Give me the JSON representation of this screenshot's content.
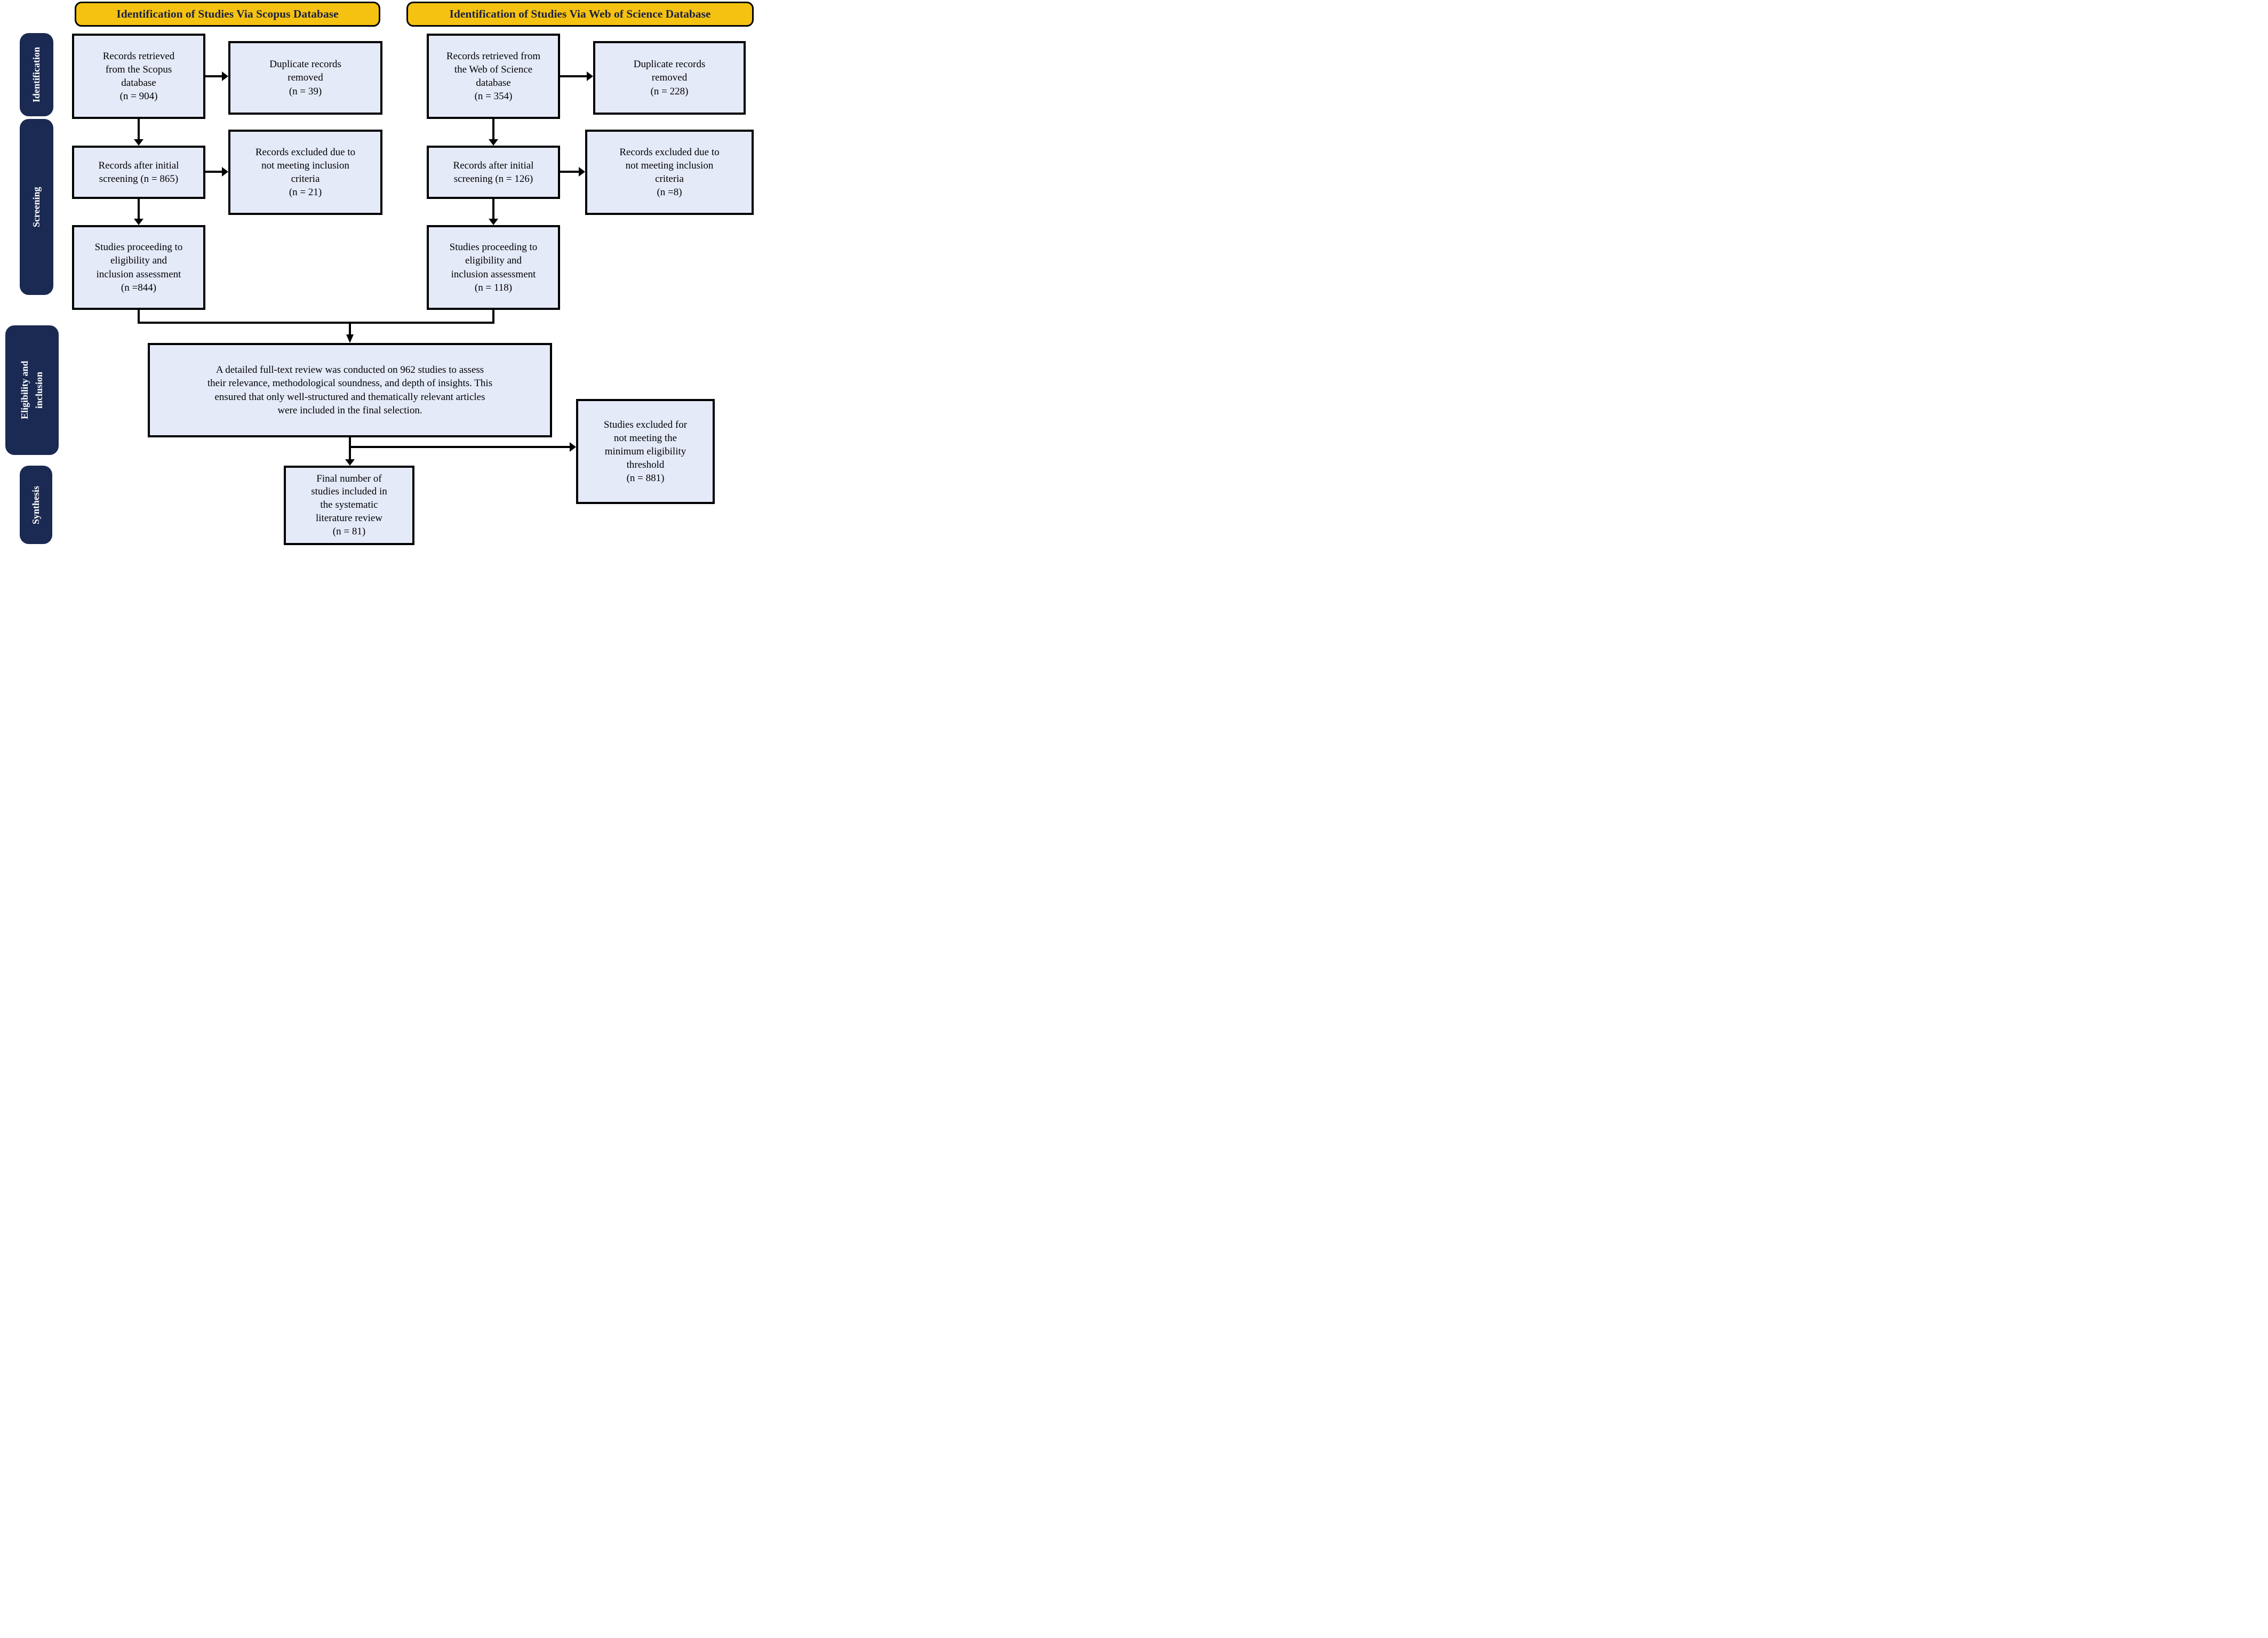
{
  "diagram": {
    "headers": {
      "scopus": "Identification of Studies Via Scopus Database",
      "wos": "Identification of Studies Via Web of Science  Database"
    },
    "sidebar": {
      "identification": "Identification",
      "screening": "Screening",
      "eligibility": "Eligibility and\ninclusion",
      "synthesis": "Synthesis"
    },
    "scopus": {
      "records": "Records retrieved\nfrom the Scopus\ndatabase\n(n = 904)",
      "duplicates": "Duplicate records\nremoved\n(n = 39)",
      "screening": "Records after initial\nscreening (n = 865)",
      "excluded": "Records excluded due to\nnot meeting inclusion\ncriteria\n(n = 21)",
      "proceeding": "Studies proceeding to\neligibility and\ninclusion assessment\n(n =844)"
    },
    "wos": {
      "records": "Records retrieved from\nthe Web of Science\ndatabase\n(n = 354)",
      "duplicates": "Duplicate records\nremoved\n(n = 228)",
      "screening": "Records after initial\nscreening (n = 126)",
      "excluded": "Records excluded due to\nnot meeting inclusion\ncriteria\n(n =8)",
      "proceeding": "Studies proceeding to\neligibility and\ninclusion assessment\n(n = 118)"
    },
    "fulltext_review": "A detailed full-text review was conducted on 962 studies to assess\ntheir relevance, methodological soundness, and depth of insights. This\nensured that only well-structured and thematically relevant articles\nwere included in the final selection.",
    "final_included": "Final number of\nstudies included in\nthe systematic\nliterature review\n(n = 81)",
    "excluded_threshold": "Studies excluded for\nnot meeting the\nminimum eligibility\nthreshold\n(n = 881)",
    "colors": {
      "header_fill": "#F5C211",
      "box_fill": "#E5EAF9",
      "sidebar_fill": "#1B2A52",
      "line": "#000000"
    }
  }
}
